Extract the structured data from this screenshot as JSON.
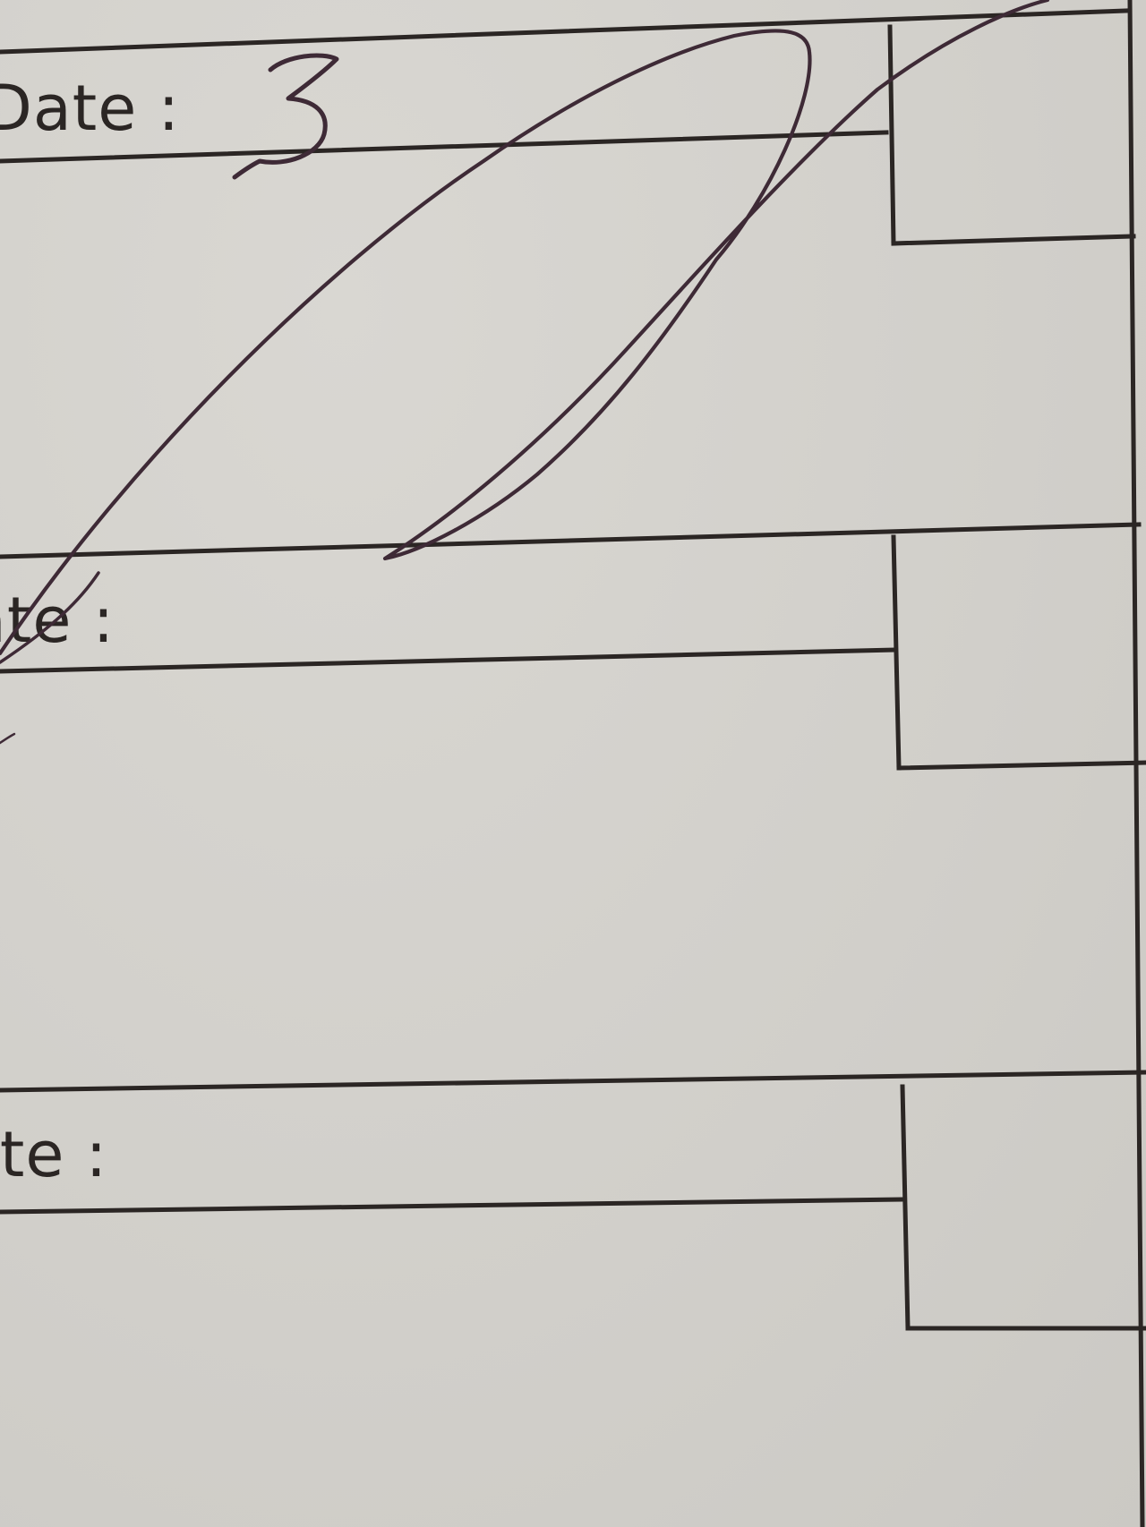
{
  "form": {
    "rows": [
      {
        "date_label": "Date :",
        "date_value": "3"
      },
      {
        "date_label": "ate :"
      },
      {
        "date_label": "ate :"
      }
    ]
  },
  "colors": {
    "paper": "#d3d1cc",
    "print_ink": "#2b2624",
    "pen_ink": "#3e2a36"
  }
}
